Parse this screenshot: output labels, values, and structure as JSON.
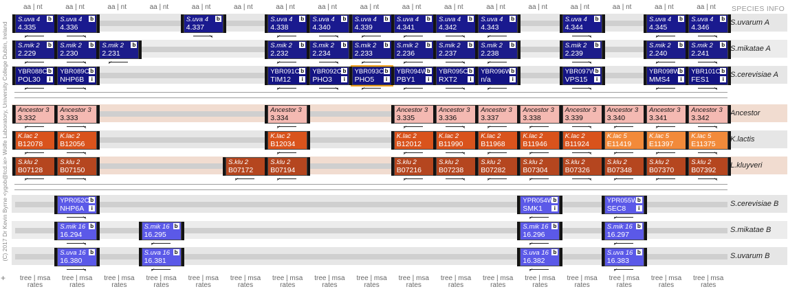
{
  "credit": "(C) 2017 Dr Kevin Byrne <ygob@tcd.ie> Wolfe Laboratory, University College Dublin, Ireland",
  "species_info": "SPECIES INFO",
  "add_symbol": "+",
  "header_label": "aa | nt",
  "footer_line1": "tree | msa",
  "footer_line2": "rates",
  "rows": [
    {
      "label": "S.uvarum A"
    },
    {
      "label": "S.mikatae A"
    },
    {
      "label": "S.cerevisiae A"
    },
    {
      "label": "Ancestor"
    },
    {
      "label": "K.lactis"
    },
    {
      "label": "L.kluyveri"
    },
    {
      "label": "S.cerevisiae B"
    },
    {
      "label": "S.mikatae B"
    },
    {
      "label": "S.uvarum B"
    }
  ],
  "colors": {
    "uvarum": "#1a1a8f",
    "mikatae": "#1c1c8a",
    "cerevisiae": "#141484",
    "ancestor": "#f4b9b2",
    "klactis": "#d9531c",
    "klactis_light": "#f28a3a",
    "kluyveri": "#b5461f",
    "paralog": "#5b59e8",
    "highlight": "#f0a020",
    "band_anc": "#f1dcd0"
  },
  "genes": [
    {
      "row": 0,
      "col": 0,
      "l1": "S.uva 4",
      "l2": "4.335",
      "b": "b"
    },
    {
      "row": 0,
      "col": 1,
      "l1": "S.uva 4",
      "l2": "4.336",
      "b": "b"
    },
    {
      "row": 0,
      "col": 4,
      "l1": "S.uva 4",
      "l2": "4.337",
      "b": "b"
    },
    {
      "row": 0,
      "col": 6,
      "l1": "S.uva 4",
      "l2": "4.338",
      "b": "b"
    },
    {
      "row": 0,
      "col": 7,
      "l1": "S.uva 4",
      "l2": "4.340",
      "b": "b"
    },
    {
      "row": 0,
      "col": 8,
      "l1": "S.uva 4",
      "l2": "4.339",
      "b": "b"
    },
    {
      "row": 0,
      "col": 9,
      "l1": "S.uva 4",
      "l2": "4.341",
      "b": "b"
    },
    {
      "row": 0,
      "col": 10,
      "l1": "S.uva 4",
      "l2": "4.342",
      "b": "b"
    },
    {
      "row": 0,
      "col": 11,
      "l1": "S.uva 4",
      "l2": "4.343",
      "b": "b"
    },
    {
      "row": 0,
      "col": 13,
      "l1": "S.uva 4",
      "l2": "4.344",
      "b": "b"
    },
    {
      "row": 0,
      "col": 15,
      "l1": "S.uva 4",
      "l2": "4.345",
      "b": "b"
    },
    {
      "row": 0,
      "col": 16,
      "l1": "S.uva 4",
      "l2": "4.346",
      "b": "b"
    },
    {
      "row": 1,
      "col": 0,
      "l1": "S.mik 2",
      "l2": "2.229",
      "b": "b"
    },
    {
      "row": 1,
      "col": 1,
      "l1": "S.mik 2",
      "l2": "2.230",
      "b": "b"
    },
    {
      "row": 1,
      "col": 2,
      "l1": "S.mik 2",
      "l2": "2.231",
      "b": "b"
    },
    {
      "row": 1,
      "col": 6,
      "l1": "S.mik 2",
      "l2": "2.232",
      "b": "b"
    },
    {
      "row": 1,
      "col": 7,
      "l1": "S.mik 2",
      "l2": "2.234",
      "b": "b"
    },
    {
      "row": 1,
      "col": 8,
      "l1": "S.mik 2",
      "l2": "2.233",
      "b": "b"
    },
    {
      "row": 1,
      "col": 9,
      "l1": "S.mik 2",
      "l2": "2.236",
      "b": "b"
    },
    {
      "row": 1,
      "col": 10,
      "l1": "S.mik 2",
      "l2": "2.237",
      "b": "b"
    },
    {
      "row": 1,
      "col": 11,
      "l1": "S.mik 2",
      "l2": "2.238",
      "b": "b"
    },
    {
      "row": 1,
      "col": 13,
      "l1": "S.mik 2",
      "l2": "2.239",
      "b": "b"
    },
    {
      "row": 1,
      "col": 15,
      "l1": "S.mik 2",
      "l2": "2.240",
      "b": "b"
    },
    {
      "row": 1,
      "col": 16,
      "l1": "S.mik 2",
      "l2": "2.241",
      "b": "b"
    },
    {
      "row": 2,
      "col": 0,
      "l1": "YBR088C",
      "l2": "POL30",
      "b": "b",
      "i": "i"
    },
    {
      "row": 2,
      "col": 1,
      "l1": "YBR089C",
      "l2": "NHP6B",
      "b": "b",
      "i": "i"
    },
    {
      "row": 2,
      "col": 6,
      "l1": "YBR091C",
      "l2": "TIM12",
      "b": "b",
      "i": "i"
    },
    {
      "row": 2,
      "col": 7,
      "l1": "YBR092C",
      "l2": "PHO3",
      "b": "b",
      "i": "i"
    },
    {
      "row": 2,
      "col": 8,
      "l1": "YBR093C",
      "l2": "PHO5",
      "b": "b",
      "i": "i"
    },
    {
      "row": 2,
      "col": 9,
      "l1": "YBR094W",
      "l2": "PBY1",
      "b": "b",
      "i": "i"
    },
    {
      "row": 2,
      "col": 10,
      "l1": "YBR095C",
      "l2": "RXT2",
      "b": "b",
      "i": "i"
    },
    {
      "row": 2,
      "col": 11,
      "l1": "YBR096W",
      "l2": "n/a",
      "b": "b",
      "i": "i"
    },
    {
      "row": 2,
      "col": 13,
      "l1": "YBR097W",
      "l2": "VPS15",
      "b": "b",
      "i": "i"
    },
    {
      "row": 2,
      "col": 15,
      "l1": "YBR098W",
      "l2": "MMS4",
      "b": "b",
      "i": "i"
    },
    {
      "row": 2,
      "col": 16,
      "l1": "YBR101C",
      "l2": "FES1",
      "b": "b",
      "i": "i"
    },
    {
      "row": 3,
      "col": 0,
      "l1": "Ancestor 3",
      "l2": "3.332"
    },
    {
      "row": 3,
      "col": 1,
      "l1": "Ancestor 3",
      "l2": "3.333"
    },
    {
      "row": 3,
      "col": 6,
      "l1": "Ancestor 3",
      "l2": "3.334"
    },
    {
      "row": 3,
      "col": 9,
      "l1": "Ancestor 3",
      "l2": "3.335"
    },
    {
      "row": 3,
      "col": 10,
      "l1": "Ancestor 3",
      "l2": "3.336"
    },
    {
      "row": 3,
      "col": 11,
      "l1": "Ancestor 3",
      "l2": "3.337"
    },
    {
      "row": 3,
      "col": 12,
      "l1": "Ancestor 3",
      "l2": "3.338"
    },
    {
      "row": 3,
      "col": 13,
      "l1": "Ancestor 3",
      "l2": "3.339"
    },
    {
      "row": 3,
      "col": 14,
      "l1": "Ancestor 3",
      "l2": "3.340"
    },
    {
      "row": 3,
      "col": 15,
      "l1": "Ancestor 3",
      "l2": "3.341"
    },
    {
      "row": 3,
      "col": 16,
      "l1": "Ancestor 3",
      "l2": "3.342"
    },
    {
      "row": 4,
      "col": 0,
      "l1": "K.lac 2",
      "l2": "B12078"
    },
    {
      "row": 4,
      "col": 1,
      "l1": "K.lac 2",
      "l2": "B12056"
    },
    {
      "row": 4,
      "col": 6,
      "l1": "K.lac 2",
      "l2": "B12034"
    },
    {
      "row": 4,
      "col": 9,
      "l1": "K.lac 2",
      "l2": "B12012"
    },
    {
      "row": 4,
      "col": 10,
      "l1": "K.lac 2",
      "l2": "B11990"
    },
    {
      "row": 4,
      "col": 11,
      "l1": "K.lac 2",
      "l2": "B11968"
    },
    {
      "row": 4,
      "col": 12,
      "l1": "K.lac 2",
      "l2": "B11946"
    },
    {
      "row": 4,
      "col": 13,
      "l1": "K.lac 2",
      "l2": "B11924"
    },
    {
      "row": 4,
      "col": 14,
      "l1": "K.lac 5",
      "l2": "E11419",
      "light": true
    },
    {
      "row": 4,
      "col": 15,
      "l1": "K.lac 5",
      "l2": "E11397",
      "light": true
    },
    {
      "row": 4,
      "col": 16,
      "l1": "K.lac 5",
      "l2": "E11375",
      "light": true
    },
    {
      "row": 5,
      "col": 0,
      "l1": "S.klu 2",
      "l2": "B07128"
    },
    {
      "row": 5,
      "col": 1,
      "l1": "S.klu 2",
      "l2": "B07150"
    },
    {
      "row": 5,
      "col": 5,
      "l1": "S.klu 2",
      "l2": "B07172"
    },
    {
      "row": 5,
      "col": 6,
      "l1": "S.klu 2",
      "l2": "B07194"
    },
    {
      "row": 5,
      "col": 9,
      "l1": "S.klu 2",
      "l2": "B07216"
    },
    {
      "row": 5,
      "col": 10,
      "l1": "S.klu 2",
      "l2": "B07238"
    },
    {
      "row": 5,
      "col": 11,
      "l1": "S.klu 2",
      "l2": "B07282"
    },
    {
      "row": 5,
      "col": 12,
      "l1": "S.klu 2",
      "l2": "B07304"
    },
    {
      "row": 5,
      "col": 13,
      "l1": "S.klu 2",
      "l2": "B07326"
    },
    {
      "row": 5,
      "col": 14,
      "l1": "S.klu 2",
      "l2": "B07348"
    },
    {
      "row": 5,
      "col": 15,
      "l1": "S.klu 2",
      "l2": "B07370"
    },
    {
      "row": 5,
      "col": 16,
      "l1": "S.klu 2",
      "l2": "B07392"
    },
    {
      "row": 6,
      "col": 1,
      "l1": "YPR052C",
      "l2": "NHP6A",
      "b": "b",
      "i": "i"
    },
    {
      "row": 6,
      "col": 12,
      "l1": "YPR054W",
      "l2": "SMK1",
      "b": "b",
      "i": "i"
    },
    {
      "row": 6,
      "col": 14,
      "l1": "YPR055W",
      "l2": "SEC8",
      "b": "b",
      "i": "i"
    },
    {
      "row": 7,
      "col": 1,
      "l1": "S.mik 16",
      "l2": "16.294",
      "b": "b"
    },
    {
      "row": 7,
      "col": 3,
      "l1": "S.mik 16",
      "l2": "16.295",
      "b": "b"
    },
    {
      "row": 7,
      "col": 12,
      "l1": "S.mik 16",
      "l2": "16.296",
      "b": "b"
    },
    {
      "row": 7,
      "col": 14,
      "l1": "S.mik 16",
      "l2": "16.297",
      "b": "b"
    },
    {
      "row": 8,
      "col": 1,
      "l1": "S.uva 16",
      "l2": "16.380",
      "b": "b"
    },
    {
      "row": 8,
      "col": 3,
      "l1": "S.uva 16",
      "l2": "16.381",
      "b": "b"
    },
    {
      "row": 8,
      "col": 12,
      "l1": "S.uva 16",
      "l2": "16.382",
      "b": "b"
    },
    {
      "row": 8,
      "col": 14,
      "l1": "S.uva 16",
      "l2": "16.383",
      "b": "b"
    }
  ]
}
